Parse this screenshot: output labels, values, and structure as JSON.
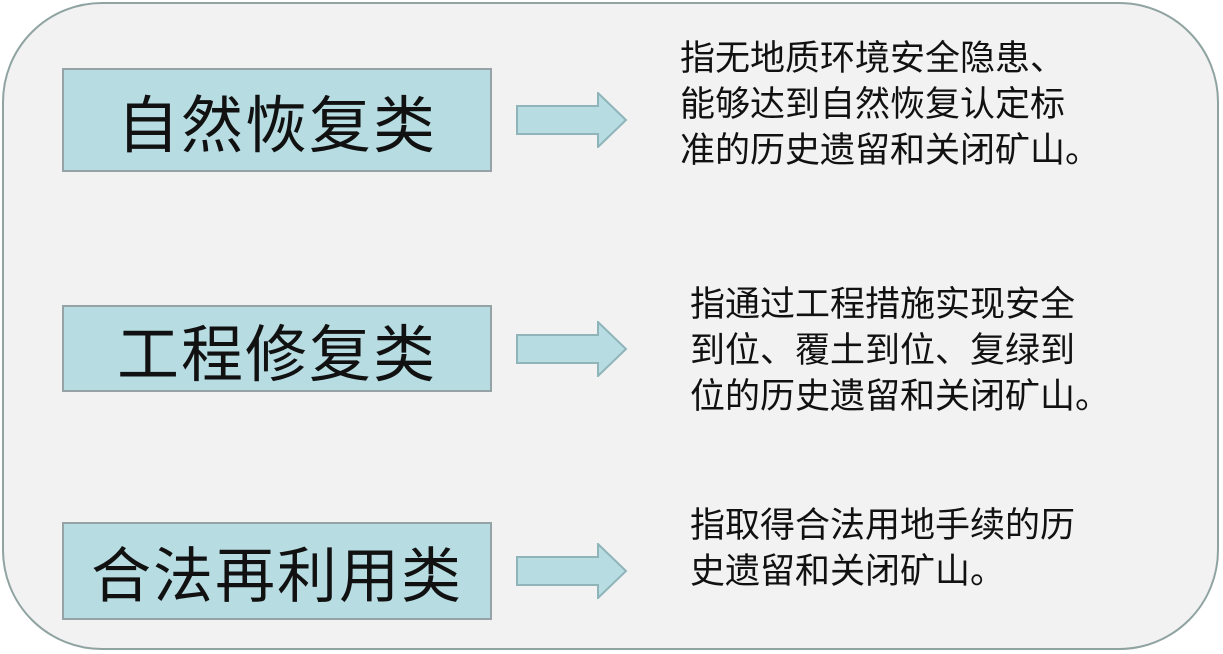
{
  "categories": [
    {
      "label": "自然恢复类",
      "description_lines": [
        "指无地质环境安全隐患、",
        "能够达到自然恢复认定标",
        "准的历史遗留和关闭矿山。"
      ]
    },
    {
      "label": "工程修复类",
      "description_lines": [
        "指通过工程措施实现安全",
        "到位、覆土到位、复绿到",
        "位的历史遗留和关闭矿山。"
      ]
    },
    {
      "label": "合法再利用类",
      "description_lines": [
        "指取得合法用地手续的历",
        "史遗留和关闭矿山。"
      ]
    }
  ],
  "colors": {
    "panel_fill": "#f2f2f2",
    "panel_border": "#8fa3a1",
    "box_fill": "#b7dde2",
    "box_border": "#96a3a6",
    "arrow_fill": "#b7dde2",
    "arrow_border": "#8fb5ba",
    "text": "#111111"
  },
  "icons": {
    "connector": "right-arrow-icon"
  }
}
